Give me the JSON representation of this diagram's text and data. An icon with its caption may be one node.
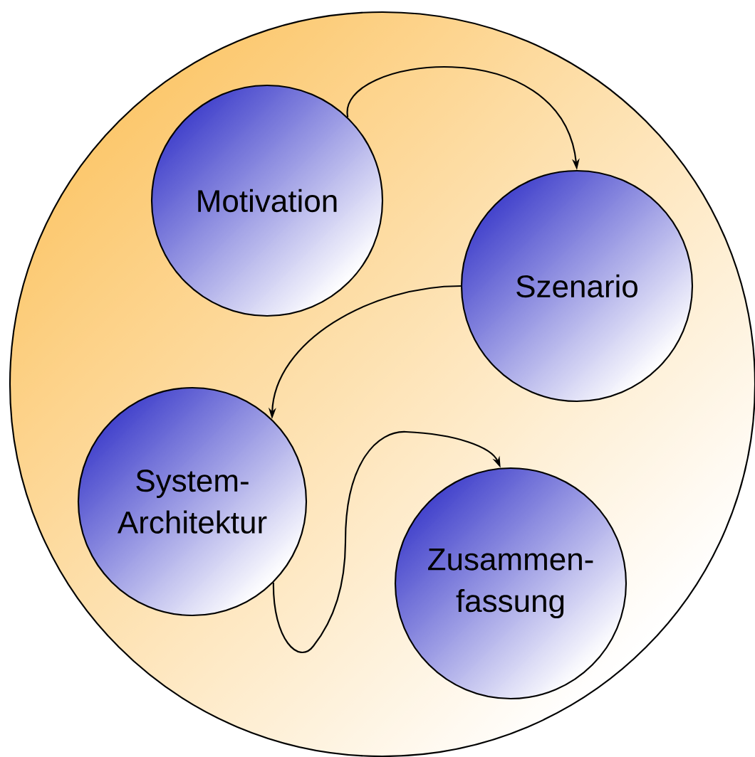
{
  "diagram": {
    "nodes": [
      {
        "text": [],
        "shape": "circle"
      },
      {
        "text": [
          "Motivation"
        ],
        "in": 0
      },
      {
        "text": [
          "Szenario"
        ],
        "in": 0
      },
      {
        "text": [
          "System- Architektur"
        ],
        "in": 0
      },
      {
        "text": [
          "Zusammen- fassung"
        ],
        "in": 0
      }
    ],
    "edges": [
      {
        "from": 1,
        "to": 2,
        "arrow": "to"
      },
      {
        "from": 2,
        "to": 3,
        "arrow": "to"
      },
      {
        "from": 3,
        "to": 4,
        "arrow": "to"
      }
    ]
  }
}
